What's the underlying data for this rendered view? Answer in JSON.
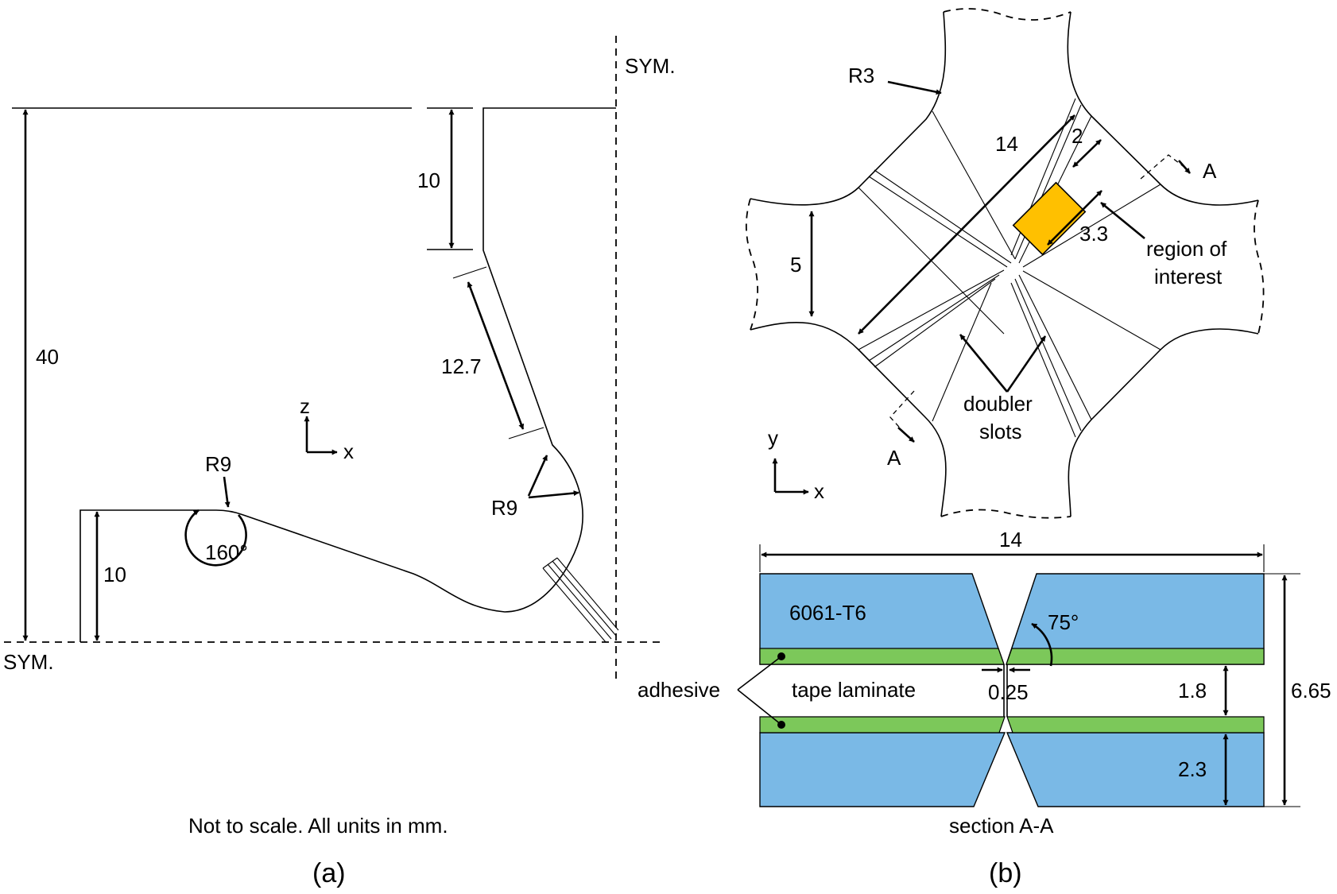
{
  "panel_a": {
    "sym_top": "SYM.",
    "sym_left": "SYM.",
    "dim_40": "40",
    "dim_10_top": "10",
    "dim_12_7": "12.7",
    "dim_10_bottom": "10",
    "r9_left": "R9",
    "r9_right": "R9",
    "angle_160": "160°",
    "axis_z": "z",
    "axis_x": "x",
    "note": "Not to scale. All units in mm.",
    "caption": "(a)"
  },
  "panel_b": {
    "r3": "R3",
    "dim_14_diag": "14",
    "dim_2": "2",
    "dim_3_3": "3.3",
    "dim_5": "5",
    "section_mark_top": "A",
    "section_mark_bottom": "A",
    "region_of_interest": [
      "region of",
      "interest"
    ],
    "doubler_slots": [
      "doubler",
      "slots"
    ],
    "axis_y": "y",
    "axis_x": "x",
    "dim_14_width": "14",
    "material": "6061-T6",
    "angle_75": "75°",
    "adhesive": "adhesive",
    "tape_laminate": "tape laminate",
    "dim_0_25": "0.25",
    "dim_1_8": "1.8",
    "dim_6_65": "6.65",
    "dim_2_3": "2.3",
    "section_label": "section A-A",
    "caption": "(b)"
  },
  "colors": {
    "aluminum": "#7ab9e6",
    "adhesive": "#7cc85a",
    "region_of_interest": "#ffc000"
  }
}
